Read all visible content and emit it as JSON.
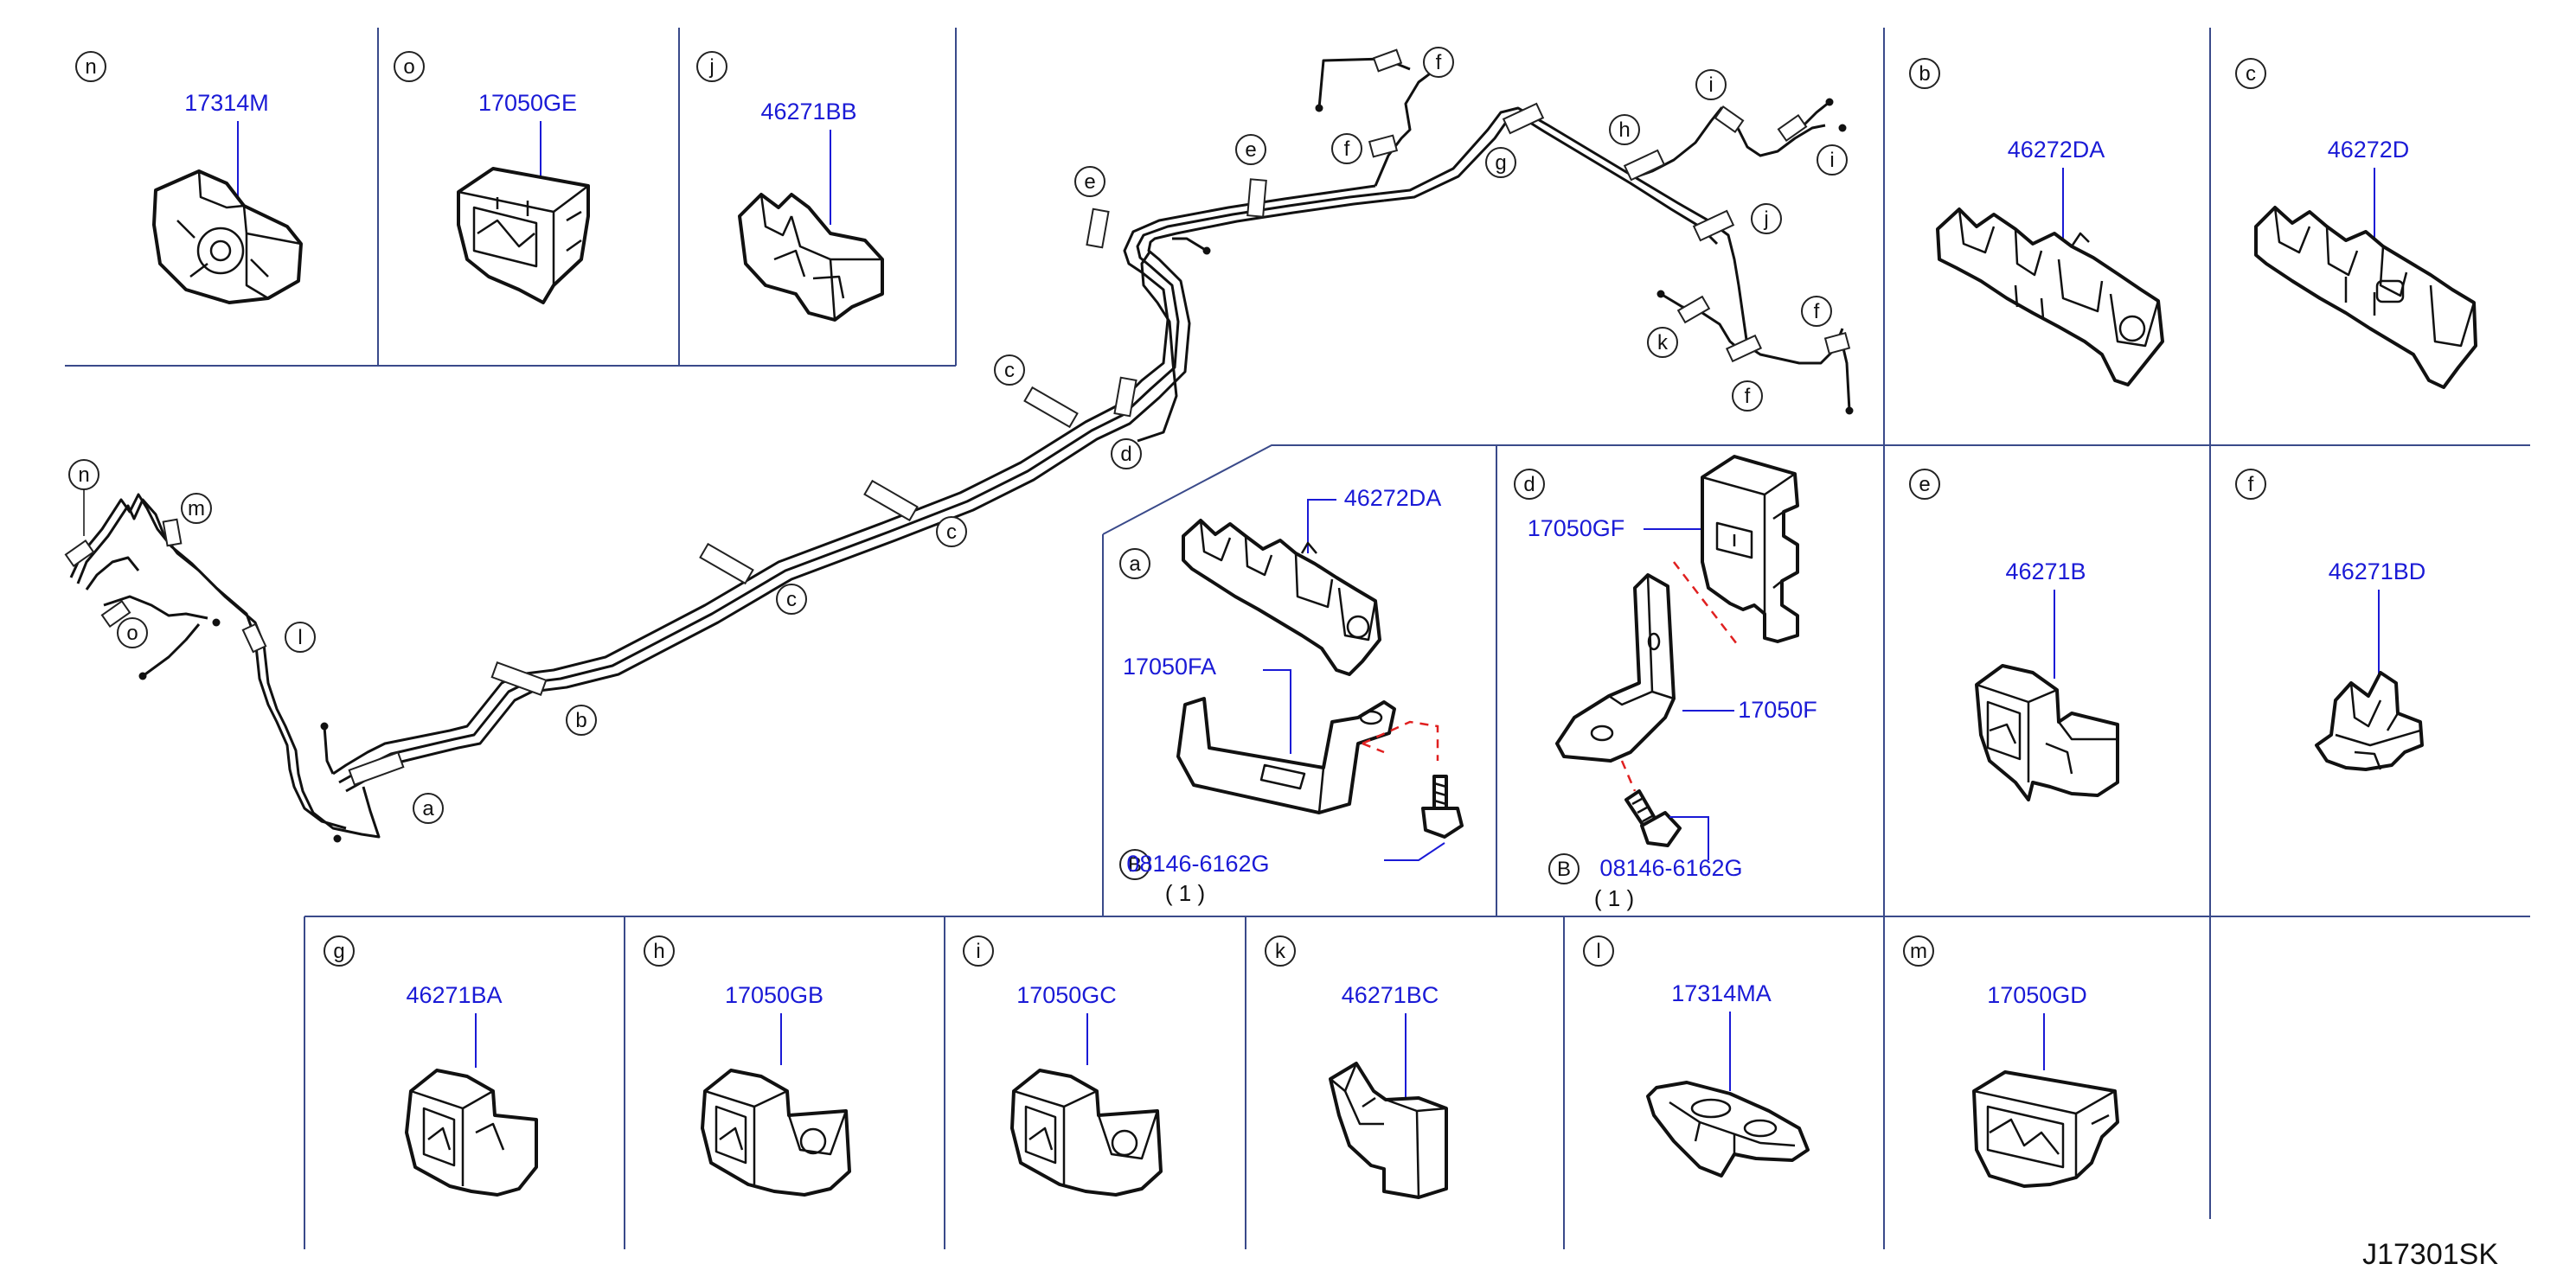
{
  "diagram_code": "J17301SK",
  "panels": {
    "n": {
      "ref": "n",
      "part": "17314M"
    },
    "o": {
      "ref": "o",
      "part": "17050GE"
    },
    "j": {
      "ref": "j",
      "part": "46271BB"
    },
    "b": {
      "ref": "b",
      "part": "46272DA"
    },
    "c": {
      "ref": "c",
      "part": "46272D"
    },
    "a": {
      "ref": "a",
      "part_clip": "46272DA",
      "part_bracket": "17050FA",
      "bolt_ref": "B",
      "bolt": "08146-6162G",
      "qty": "( 1 )"
    },
    "d": {
      "ref": "d",
      "part_clip": "17050GF",
      "part_bracket": "17050F",
      "bolt_ref": "B",
      "bolt": "08146-6162G",
      "qty": "( 1 )"
    },
    "e": {
      "ref": "e",
      "part": "46271B"
    },
    "f": {
      "ref": "f",
      "part": "46271BD"
    },
    "g": {
      "ref": "g",
      "part": "46271BA"
    },
    "h": {
      "ref": "h",
      "part": "17050GB"
    },
    "i": {
      "ref": "i",
      "part": "17050GC"
    },
    "k": {
      "ref": "k",
      "part": "46271BC"
    },
    "l": {
      "ref": "l",
      "part": "17314MA"
    },
    "m": {
      "ref": "m",
      "part": "17050GD"
    }
  },
  "route_labels": [
    "n",
    "m",
    "o",
    "l",
    "a",
    "b",
    "c",
    "c",
    "c",
    "d",
    "e",
    "e",
    "f",
    "f",
    "g",
    "h",
    "i",
    "i",
    "j",
    "k",
    "f",
    "f"
  ]
}
